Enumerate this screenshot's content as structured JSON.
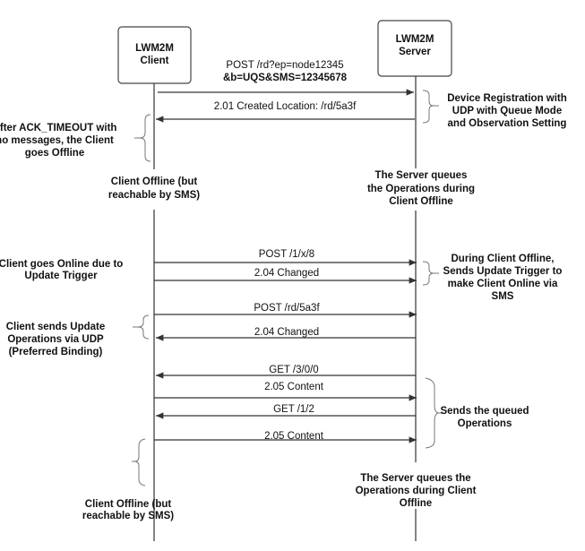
{
  "participants": {
    "client": [
      "LWM2M",
      "Client"
    ],
    "server": [
      "LWM2M",
      "Server"
    ]
  },
  "messages": [
    {
      "label": "POST /rd?ep=node12345",
      "label2": "&b=UQS&SMS=12345678",
      "direction": "client-to-server"
    },
    {
      "label": "2.01 Created Location: /rd/5a3f",
      "direction": "server-to-client"
    },
    {
      "label": "POST /1/x/8",
      "direction": "client-to-server"
    },
    {
      "label": "2.04 Changed",
      "direction": "client-to-server"
    },
    {
      "label": "POST /rd/5a3f",
      "direction": "client-to-server"
    },
    {
      "label": "2.04 Changed",
      "direction": "server-to-client"
    },
    {
      "label": "GET /3/0/0",
      "direction": "server-to-client"
    },
    {
      "label": "2.05 Content",
      "direction": "client-to-server"
    },
    {
      "label": "GET /1/2",
      "direction": "server-to-client"
    },
    {
      "label": "2.05 Content",
      "direction": "client-to-server"
    }
  ],
  "notes": {
    "registration": [
      "Device Registration with",
      "UDP with Queue Mode",
      "and Observation Setting"
    ],
    "ack_timeout": [
      "After ACK_TIMEOUT with",
      "no messages, the Client",
      "goes Offline"
    ],
    "client_offline_1": [
      "Client Offline (but",
      "reachable by SMS)"
    ],
    "server_queues_1": [
      "The Server queues",
      "the Operations during",
      "Client Offline"
    ],
    "client_online": [
      "Client goes Online due to",
      "Update Trigger"
    ],
    "update_trigger": [
      "During Client Offline,",
      "Sends Update Trigger to",
      "make Client Online via",
      "SMS"
    ],
    "client_update": [
      "Client sends Update",
      "Operations via UDP",
      "(Preferred Binding)"
    ],
    "queued_ops": [
      "Sends the queued",
      "Operations"
    ],
    "server_queues_2": [
      "The Server queues the",
      "Operations during Client",
      "Offline"
    ],
    "client_offline_2": [
      "Client Offline (but",
      "reachable by SMS)"
    ]
  }
}
